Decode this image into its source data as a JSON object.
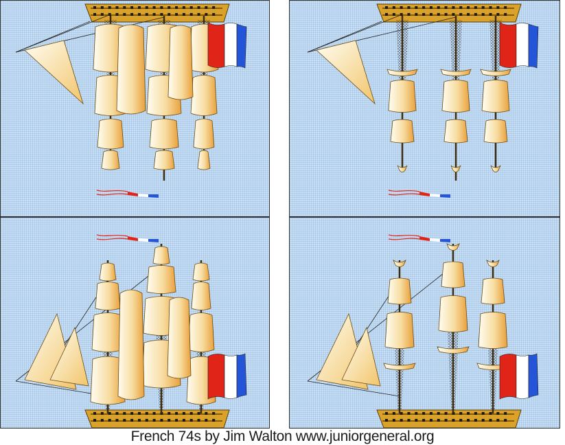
{
  "caption": "French 74s by Jim Walton www.juniorgeneral.org",
  "panels": [
    {
      "view": "hull-top",
      "sail": "full"
    },
    {
      "view": "hull-top",
      "sail": "furled"
    },
    {
      "view": "hull-bottom",
      "sail": "full"
    },
    {
      "view": "hull-bottom",
      "sail": "furled"
    }
  ],
  "colors": {
    "sea": "#c9dff3",
    "sail_light": "#fffdf2",
    "sail_dark": "#e9a13c",
    "hull": "#d9a22b",
    "gunport": "#1a1a1a",
    "flag_blue": "#2454d8",
    "flag_white": "#ffffff",
    "flag_red": "#e02418"
  }
}
